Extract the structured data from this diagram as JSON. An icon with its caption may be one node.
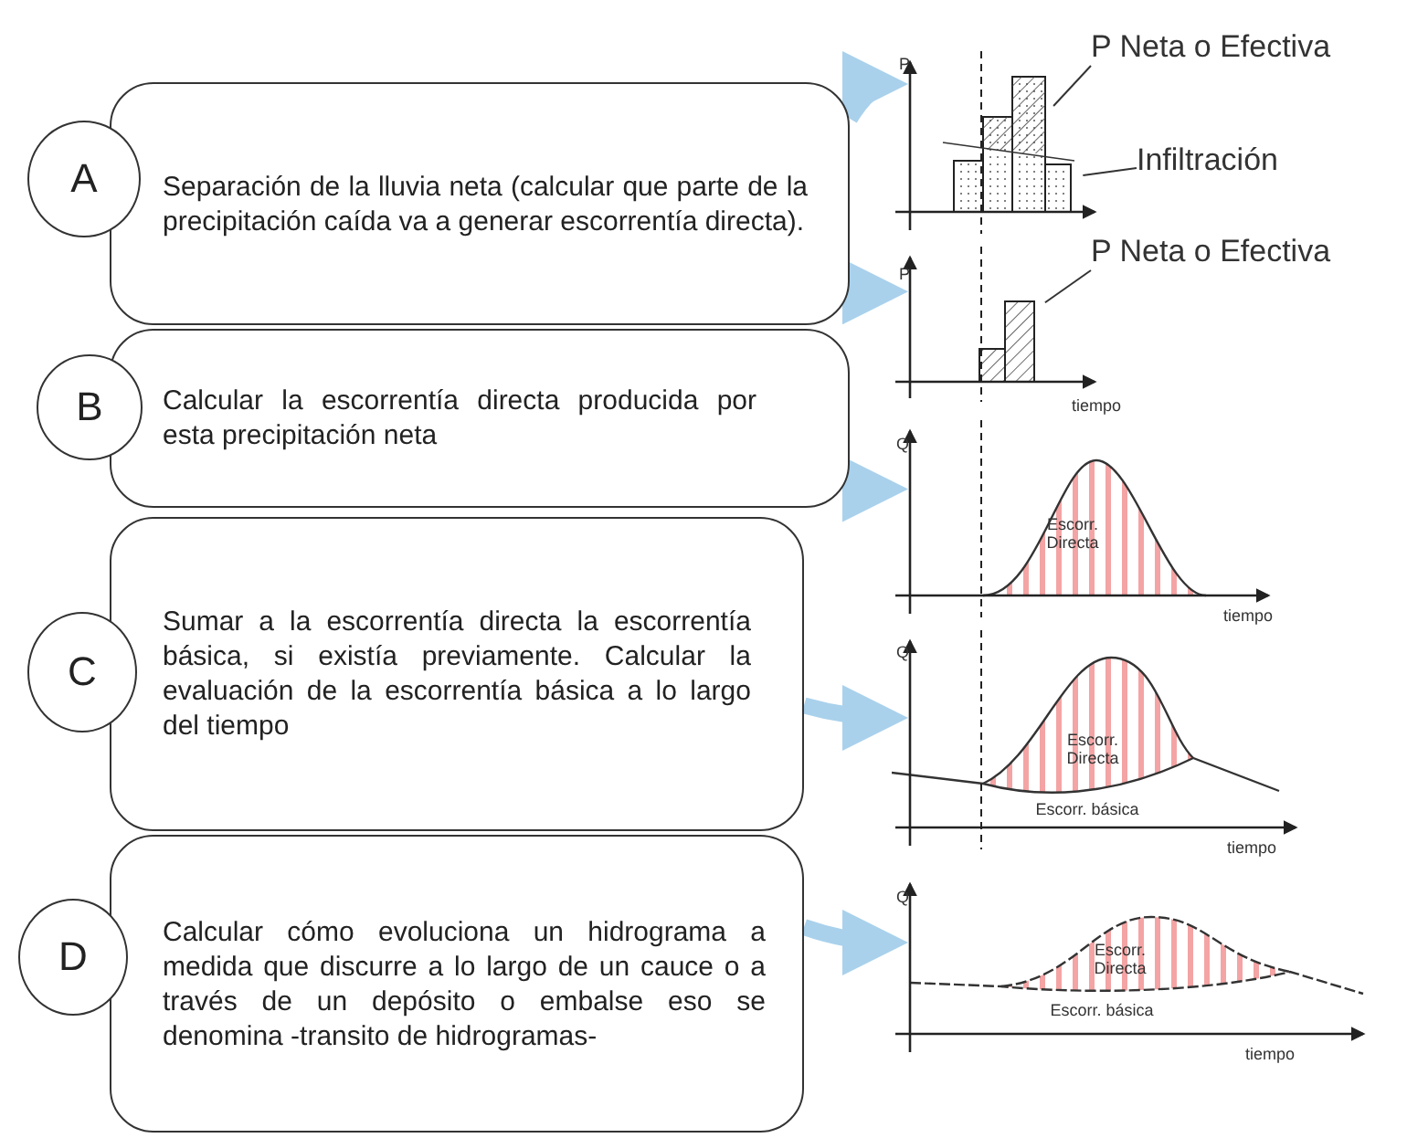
{
  "diagram": {
    "nodes": [
      {
        "text": [
          "A"
        ]
      },
      {
        "text": [
          "Separación de la lluvia neta (calcular que parte de la precipitación caída va a generar escorrentía directa)."
        ]
      },
      {
        "text": [
          "B"
        ]
      },
      {
        "text": [
          "Calcular la escorrentía directa producida por esta precipitación neta"
        ]
      },
      {
        "text": [
          "C"
        ]
      },
      {
        "text": [
          "Sumar a la escorrentía directa la escorrentía básica, si existía previamente. Calcular la evaluación de la escorrentía básica a lo largo del tiempo"
        ]
      },
      {
        "text": [
          "D"
        ]
      },
      {
        "text": [
          "Calcular cómo evoluciona un hidrograma a medida que discurre a lo largo de un cauce o a través de un depósito o embalse eso se denomina -transito de hidrogramas-"
        ]
      },
      {
        "text": [],
        "shape": "picture"
      },
      {
        "text": [],
        "shape": "picture"
      },
      {
        "text": [],
        "shape": "picture"
      },
      {
        "text": [],
        "shape": "picture"
      },
      {
        "text": [],
        "shape": "picture"
      },
      {
        "text": [
          "P Neta o Efectiva"
        ]
      },
      {
        "text": [
          "Infiltración"
        ]
      },
      {
        "text": [
          "P Neta o Efectiva"
        ]
      }
    ],
    "edges": [
      {
        "from": 1,
        "to": 8,
        "arrow": "to"
      },
      {
        "from": 1,
        "to": 9,
        "arrow": "to"
      },
      {
        "from": 3,
        "to": 10,
        "arrow": "to"
      },
      {
        "from": 5,
        "to": 11,
        "arrow": "to"
      },
      {
        "from": 7,
        "to": 12,
        "arrow": "to"
      },
      {
        "from": 13,
        "to": 8,
        "arrow": "none",
        "color": "#333333"
      },
      {
        "from": 14,
        "to": 8,
        "arrow": "none",
        "color": "#333333"
      },
      {
        "from": 15,
        "to": 9,
        "arrow": "none",
        "color": "#333333"
      }
    ],
    "labels": [
      "P",
      "P",
      "tiempo",
      "Q",
      "Escorr. Directa",
      "tiempo",
      "Q",
      "Escorr. Directa",
      "Escorr. básica",
      "tiempo",
      "Q",
      "Escorr. Directa",
      "Escorr. básica",
      "tiempo"
    ]
  }
}
